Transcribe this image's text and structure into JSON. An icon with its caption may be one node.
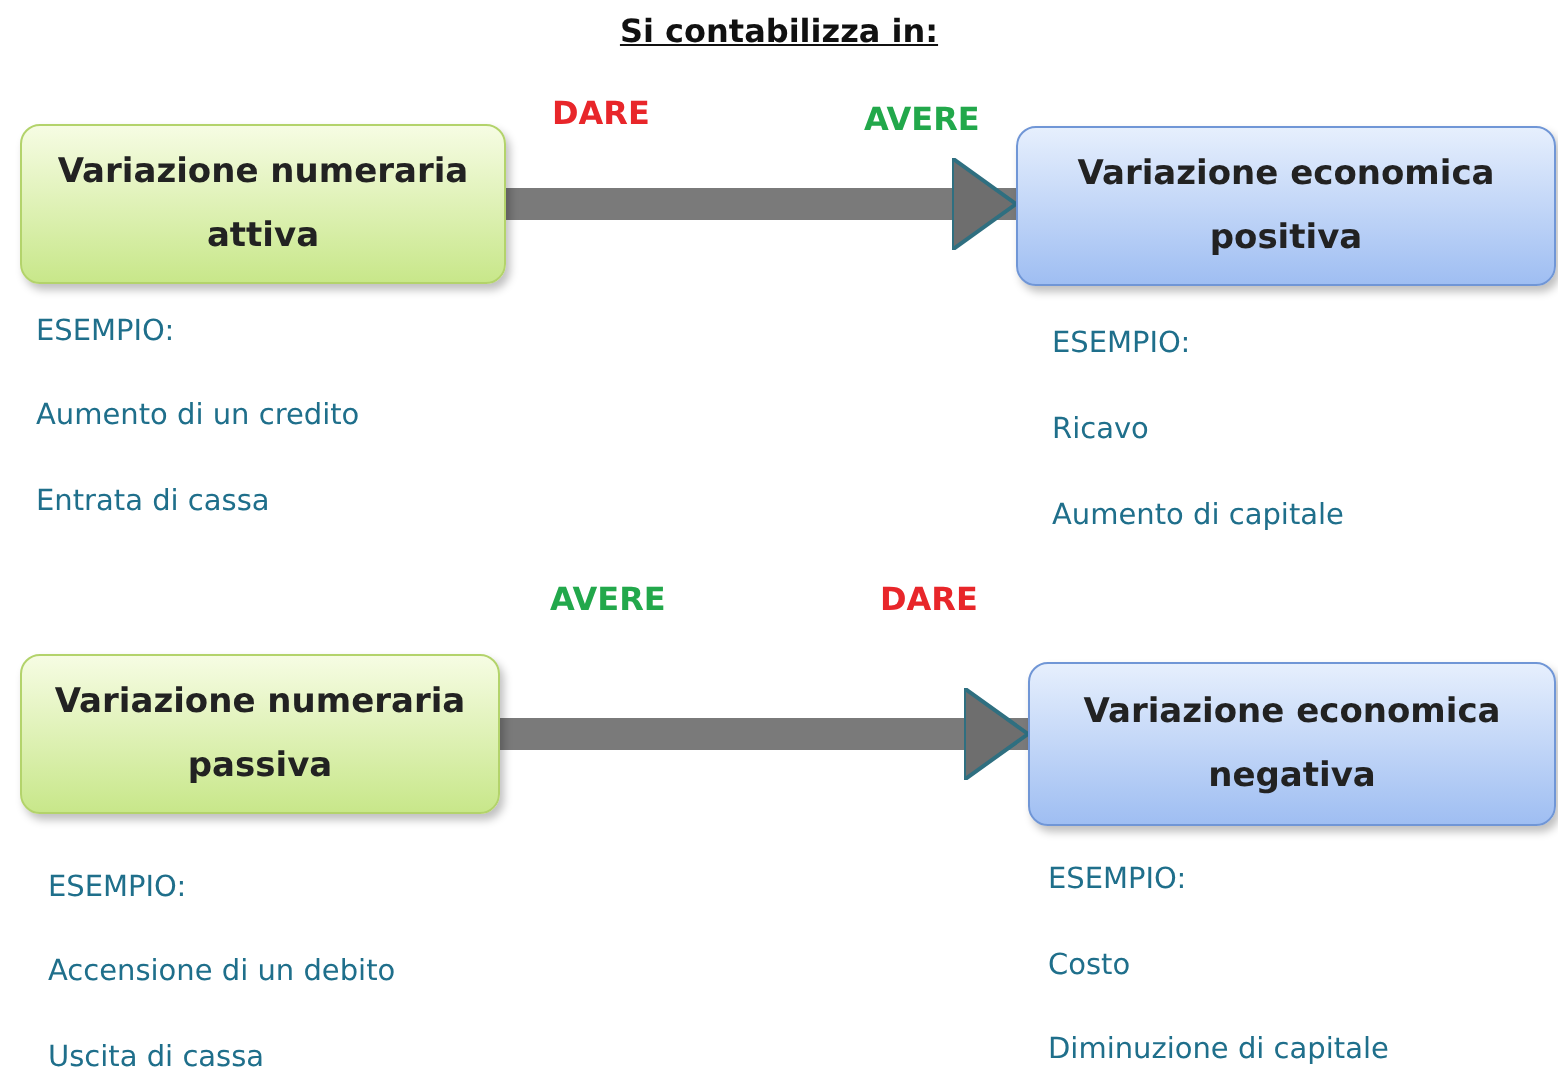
{
  "diagram": {
    "title": "Si contabilizza in:",
    "nodes": [
      {
        "text": [
          "Variazione numeraria attiva"
        ],
        "beside": [
          "ESEMPIO:",
          "Aumento di un credito",
          "Entrata di cassa"
        ]
      },
      {
        "text": [
          "Variazione economica positiva"
        ],
        "beside": [
          "ESEMPIO:",
          "Ricavo",
          "Aumento di capitale"
        ]
      },
      {
        "text": [
          "Variazione numeraria passiva"
        ],
        "beside": [
          "ESEMPIO:",
          "Accensione di un debito",
          "Uscita di cassa"
        ]
      },
      {
        "text": [
          "Variazione economica negativa"
        ],
        "beside": [
          "ESEMPIO:",
          "Costo",
          "Diminuzione di capitale"
        ]
      }
    ],
    "edges": [
      {
        "from": 0,
        "to": 1,
        "arrow": "to"
      },
      {
        "from": 2,
        "to": 3,
        "arrow": "to"
      }
    ],
    "labels": [
      "DARE",
      "AVERE",
      "AVERE",
      "DARE"
    ]
  }
}
